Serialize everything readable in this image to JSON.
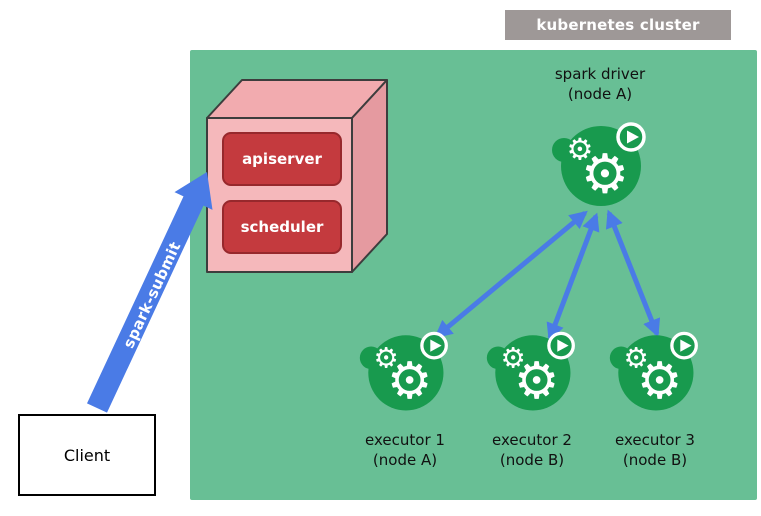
{
  "colors": {
    "cluster_bg": "#68bf95",
    "icon_green": "#189a4e",
    "arrow_blue": "#4a7be6",
    "label_gray": "#9e9897",
    "cube_front": "#f5b8bb",
    "cube_top": "#f2abaf",
    "cube_side": "#e59aa0",
    "cube_outline": "#3d3d3d",
    "panel_red": "#c43a3e",
    "panel_border": "#97282c",
    "text_dark": "#111111"
  },
  "cluster_label": "kubernetes cluster",
  "control_plane": {
    "apiserver": "apiserver",
    "scheduler": "scheduler"
  },
  "driver": {
    "title": "spark driver",
    "subtitle": "(node A)"
  },
  "executors": [
    {
      "title": "executor 1",
      "subtitle": "(node A)"
    },
    {
      "title": "executor 2",
      "subtitle": "(node B)"
    },
    {
      "title": "executor 3",
      "subtitle": "(node B)"
    }
  ],
  "spark_submit_label": "spark-submit",
  "client_label": "Client"
}
